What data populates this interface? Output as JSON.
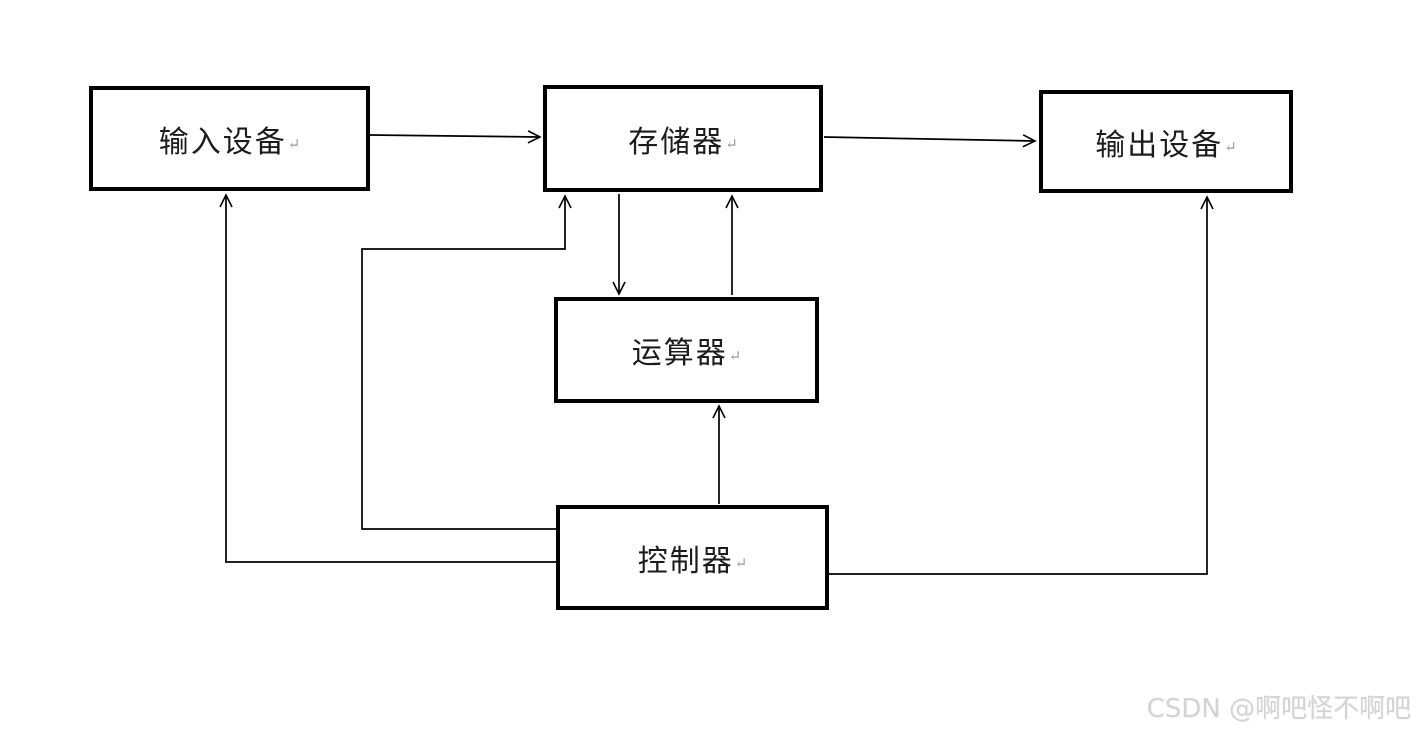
{
  "meta": {
    "background_color": "#ffffff",
    "line_color": "#000000",
    "paragraph_mark": "↵"
  },
  "nodes": {
    "input_device": {
      "label": "输入设备"
    },
    "memory": {
      "label": "存储器"
    },
    "output_device": {
      "label": "输出设备"
    },
    "alu": {
      "label": "运算器"
    },
    "controller": {
      "label": "控制器"
    }
  },
  "edges": [
    {
      "from": "input_device",
      "to": "memory"
    },
    {
      "from": "memory",
      "to": "output_device"
    },
    {
      "from": "memory",
      "to": "alu"
    },
    {
      "from": "alu",
      "to": "memory"
    },
    {
      "from": "controller",
      "to": "alu"
    },
    {
      "from": "controller",
      "to": "memory"
    },
    {
      "from": "controller",
      "to": "input_device"
    },
    {
      "from": "controller",
      "to": "output_device"
    }
  ],
  "watermark": {
    "text": "CSDN @啊吧怪不啊吧",
    "color": "#d3d3d3"
  }
}
